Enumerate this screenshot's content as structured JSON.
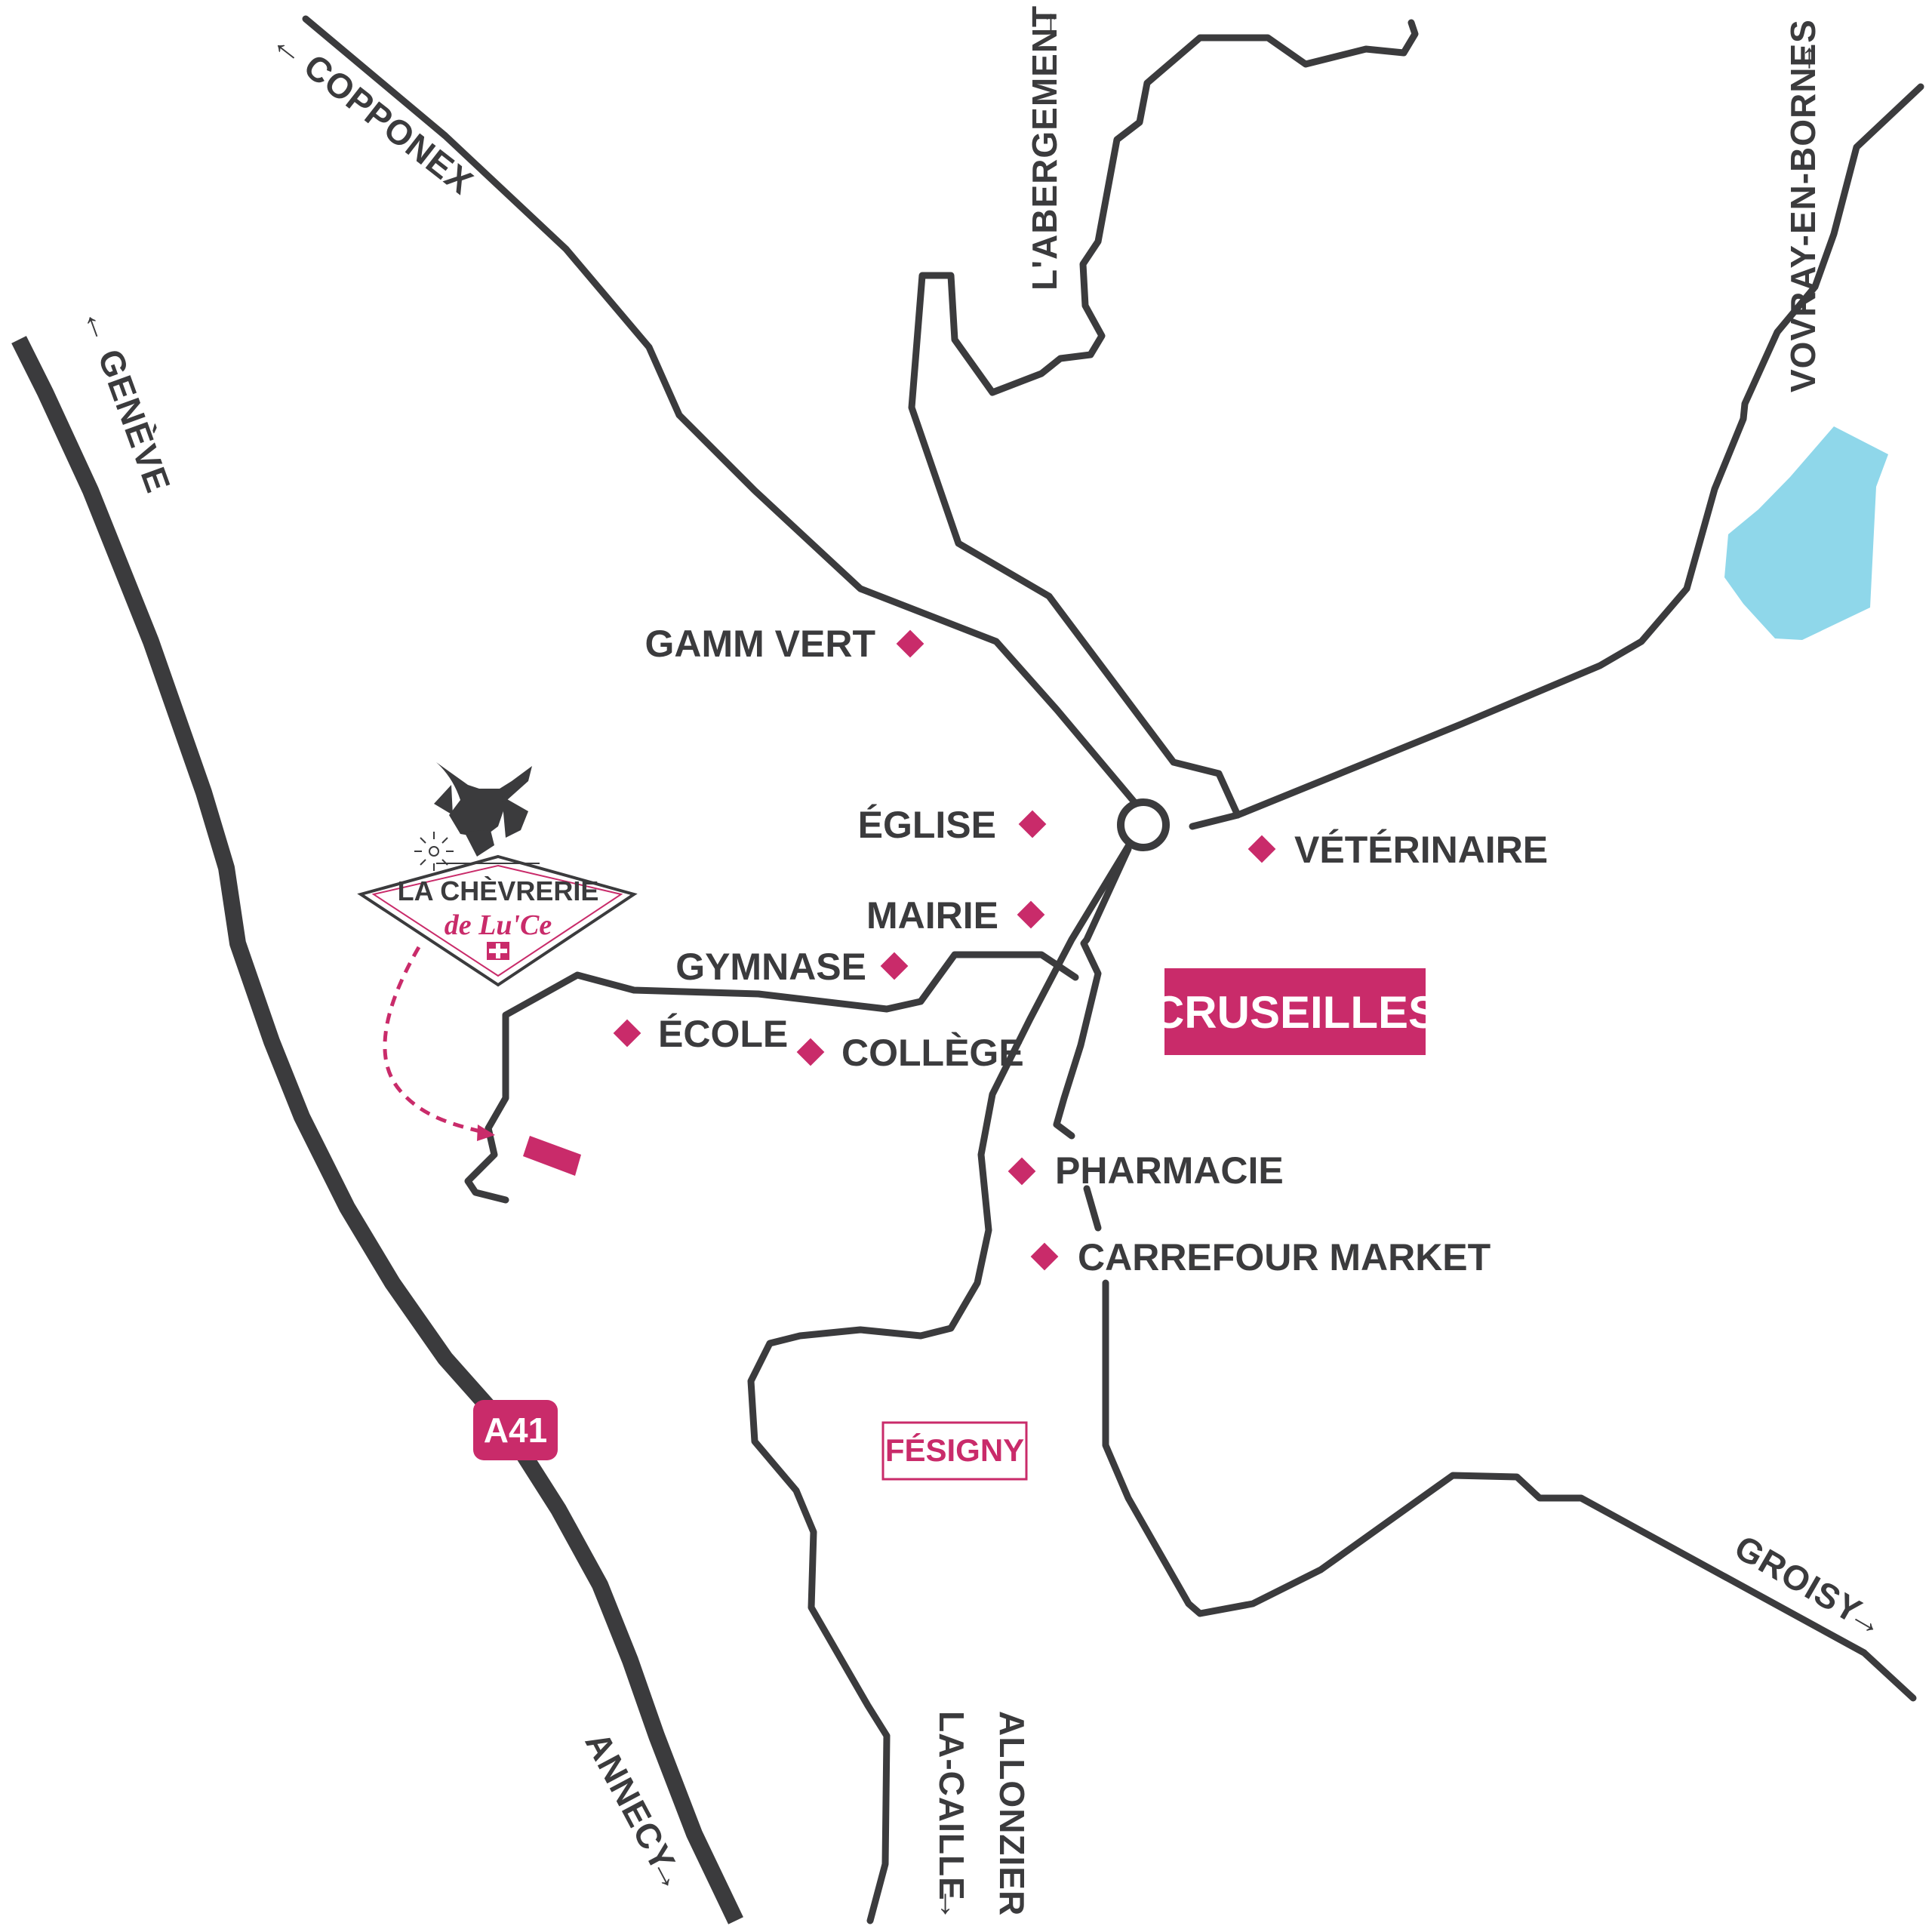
{
  "colors": {
    "road": "#3b3b3d",
    "accent": "#c92b6a",
    "water": "#8fd7ea",
    "background": "#ffffff"
  },
  "town": {
    "name": "CRUSEILLES"
  },
  "village": {
    "name": "FÉSIGNY"
  },
  "highway": {
    "name": "A41"
  },
  "farm": {
    "line1": "LA CHÈVRERIE",
    "line2": "de Lu'Ce",
    "icon": "goat-with-daisy-icon"
  },
  "pois": [
    {
      "key": "gamm-vert",
      "label": "GAMM VERT"
    },
    {
      "key": "eglise",
      "label": "ÉGLISE"
    },
    {
      "key": "mairie",
      "label": "MAIRIE"
    },
    {
      "key": "gymnase",
      "label": "GYMNASE"
    },
    {
      "key": "ecole",
      "label": "ÉCOLE"
    },
    {
      "key": "college",
      "label": "COLLÈGE"
    },
    {
      "key": "veterinaire",
      "label": "VÉTÉRINAIRE"
    },
    {
      "key": "pharmacie",
      "label": "PHARMACIE"
    },
    {
      "key": "carrefour-market",
      "label": "CARREFOUR MARKET"
    }
  ],
  "directions": [
    {
      "key": "copponex",
      "label": "COPPONEX",
      "arrow": "←"
    },
    {
      "key": "geneve",
      "label": "GENÈVE",
      "arrow": "←"
    },
    {
      "key": "abergement",
      "label": "L'ABERGEMENT",
      "arrow": "→"
    },
    {
      "key": "vovray",
      "label": "VOVRAY-EN-BORNES",
      "arrow": "→"
    },
    {
      "key": "annecy",
      "label": "ANNECY",
      "arrow": "→"
    },
    {
      "key": "allonzier-1",
      "label": "ALLONZIER",
      "arrow": ""
    },
    {
      "key": "allonzier-2",
      "label": "LA-CAILLE",
      "arrow": "→"
    },
    {
      "key": "groisy",
      "label": "GROISY",
      "arrow": "→"
    }
  ]
}
